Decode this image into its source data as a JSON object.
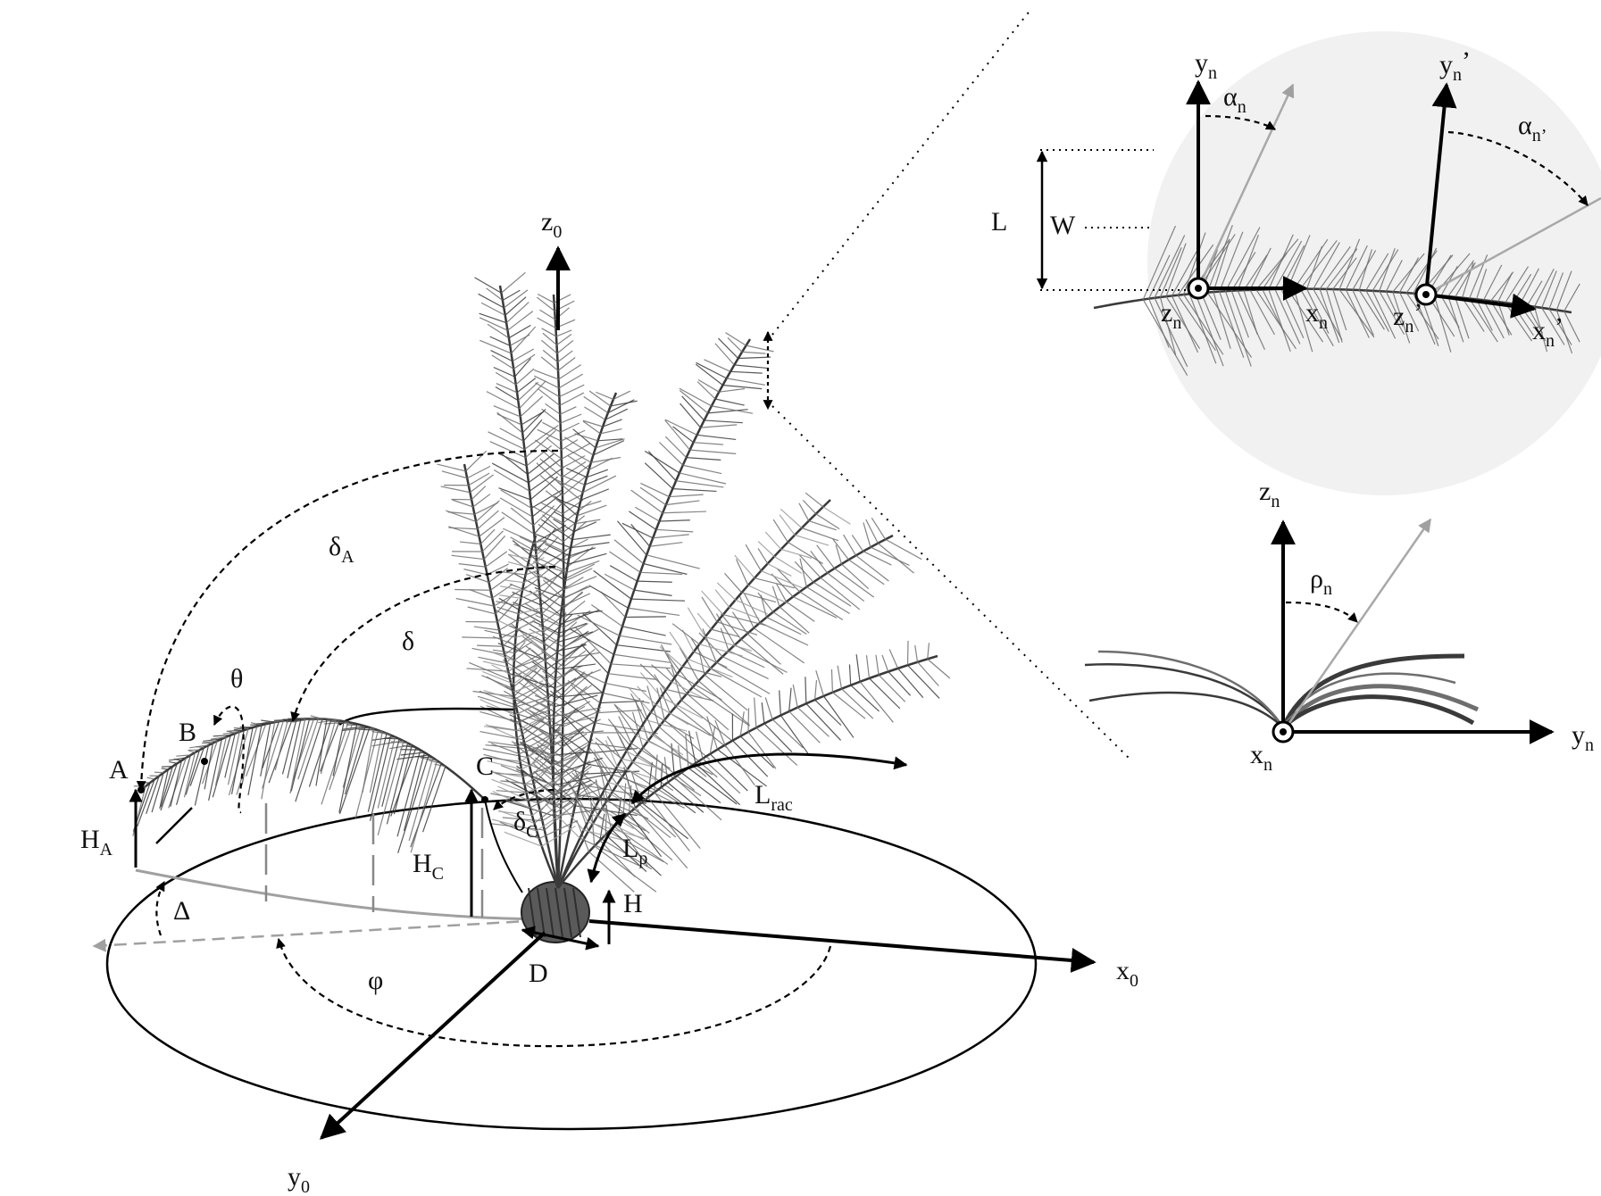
{
  "colors": {
    "ink": "#000000",
    "frond_dark": "#3a3a3a",
    "frond_mid": "#6e6e6e",
    "frond_light": "#9a9a9a",
    "guide_grey": "#a0a0a0",
    "leaflet_bg": "#efefef",
    "bulb": "#5a5a5a"
  },
  "icons": [
    "palm-tree-illustration",
    "leaflet-illustration",
    "leaflet-cross-section-illustration"
  ],
  "labels": {
    "z0": {
      "main": "z",
      "sub": "0"
    },
    "x0": {
      "main": "x",
      "sub": "0"
    },
    "y0": {
      "main": "y",
      "sub": "0"
    },
    "deltaA": {
      "main": "δ",
      "sub": "A"
    },
    "delta": {
      "main": "δ"
    },
    "theta": {
      "main": "θ"
    },
    "pointA": {
      "main": "A"
    },
    "pointB": {
      "main": "B"
    },
    "pointC": {
      "main": "C"
    },
    "HA": {
      "main": "H",
      "sub": "A"
    },
    "HC": {
      "main": "H",
      "sub": "C"
    },
    "deltaC": {
      "main": "δ",
      "sub": "C"
    },
    "Lp": {
      "main": "L",
      "sub": "p"
    },
    "Lrac": {
      "main": "L",
      "sub": "rac"
    },
    "H": {
      "main": "H"
    },
    "D": {
      "main": "D"
    },
    "Delta": {
      "main": "Δ"
    },
    "phi": {
      "main": "φ"
    },
    "L": {
      "main": "L"
    },
    "W": {
      "main": "W"
    },
    "yn": {
      "main": "y",
      "sub": "n"
    },
    "alphan": {
      "main": "α",
      "sub": "n"
    },
    "ynp": {
      "main": "y",
      "sub": "n",
      "prime": "’"
    },
    "alphanp": {
      "main": "α",
      "sub": "n’"
    },
    "zn": {
      "main": "z",
      "sub": "n"
    },
    "xn": {
      "main": "x",
      "sub": "n"
    },
    "znp": {
      "main": "z",
      "sub": "n",
      "prime": "’"
    },
    "xnp": {
      "main": "x",
      "sub": "n",
      "prime": "’"
    },
    "zn2": {
      "main": "z",
      "sub": "n"
    },
    "rhon": {
      "main": "ρ",
      "sub": "n"
    },
    "xn2": {
      "main": "x",
      "sub": "n"
    },
    "yn2": {
      "main": "y",
      "sub": "n"
    }
  }
}
